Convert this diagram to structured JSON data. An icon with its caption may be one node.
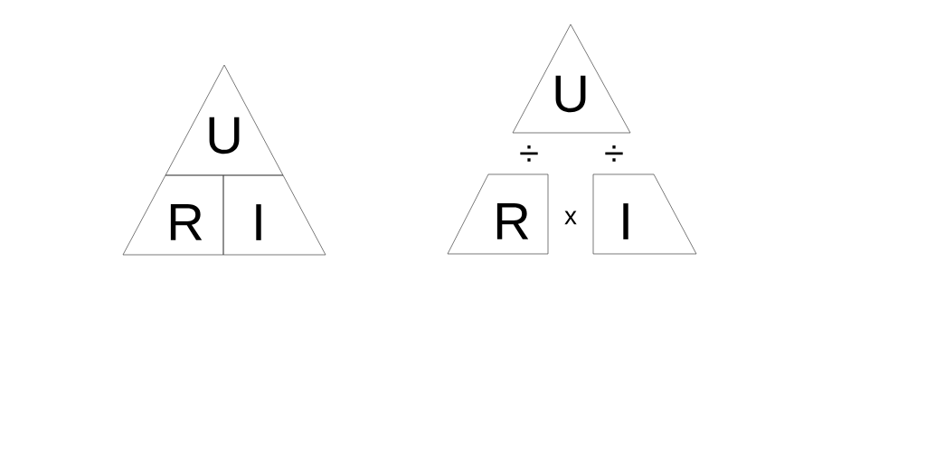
{
  "diagram": {
    "nodes": [
      {
        "text": [
          "U"
        ]
      },
      {
        "text": [
          "R"
        ]
      },
      {
        "text": [
          "I"
        ]
      },
      {
        "text": [
          "U"
        ]
      },
      {
        "text": [
          "R"
        ]
      },
      {
        "text": [
          "I"
        ]
      }
    ],
    "labels": [
      "÷",
      "÷",
      "x"
    ]
  }
}
